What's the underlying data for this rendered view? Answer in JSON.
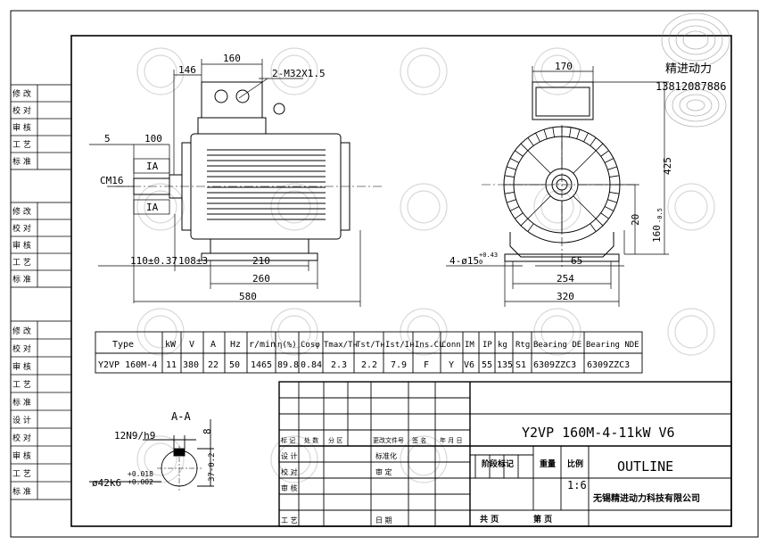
{
  "watermark": {
    "company": "精进动力",
    "phone": "13812087886",
    "seal_text": "无锡精进动力科技有限公司"
  },
  "left_column": {
    "block1": [
      "修 改",
      "校 对",
      "审 核",
      "工 艺",
      "标 准"
    ],
    "block2": [
      "修 改",
      "校 对",
      "审 核",
      "工 艺",
      "标 准"
    ],
    "block3": [
      "修 改",
      "校 对",
      "审 核",
      "工 艺",
      "标 准",
      "设 计",
      "校 对",
      "审 核",
      "工 艺",
      "标 准"
    ]
  },
  "dimensions": {
    "front": {
      "d146": "146",
      "d160": "160",
      "cable": "2-M32X1.5",
      "d5": "5",
      "d100": "100",
      "cm16": "CM16",
      "ia1": "IA",
      "ia2": "IA",
      "d110": "110±0.37",
      "d108": "108±3",
      "d210": "210",
      "d260": "260",
      "d580": "580"
    },
    "side": {
      "d170": "170",
      "d425": "425",
      "d20": "20",
      "d160h": "160",
      "d160tol": "-0.5",
      "holes": "4-ø15",
      "holes_tol": "+0.43",
      "holes_tol0": "0",
      "d65": "65",
      "d254": "254",
      "d320": "320"
    },
    "section": {
      "title": "A-A",
      "key": "12N9/h9",
      "d8": "8",
      "shaft": "ø42k6",
      "shaft_tol1": "+0.018",
      "shaft_tol2": "+0.002",
      "d37": "37-0.2"
    }
  },
  "spec_table": {
    "headers": [
      "Type",
      "kW",
      "V",
      "A",
      "Hz",
      "r/min",
      "η(%)",
      "Cosφ",
      "Tmax/Tн",
      "Tst/Tн",
      "Ist/Iн",
      "Ins.CL",
      "Conn",
      "IM",
      "IP",
      "kg",
      "Rtg",
      "Bearing DE",
      "Bearing NDE"
    ],
    "row": [
      "Y2VP 160M-4",
      "11",
      "380",
      "22",
      "50",
      "1465",
      "89.8",
      "0.84",
      "2.3",
      "2.2",
      "7.9",
      "F",
      "Y",
      "V6",
      "55",
      "135",
      "S1",
      "6309ZZC3",
      "6309ZZC3"
    ]
  },
  "title_block": {
    "model": "Y2VP 160M-4-11kW V6",
    "drawing_name": "OUTLINE",
    "stage_label": "阶段标记",
    "weight_label": "重量",
    "scale_label": "比例",
    "scale": "1:6",
    "company": "无锡精进动力科技有限公司",
    "rev_headers": [
      "标 记",
      "处 数",
      "分 区",
      "更改文件号",
      "签 名",
      "年 月 日"
    ],
    "side_labels": [
      "设 计",
      "校 对",
      "审 核",
      "工 艺"
    ],
    "std_label": "标准化",
    "approve_label": "审 定",
    "date_label": "日 期",
    "sheet_total": "共    页",
    "sheet_no": "第    页"
  }
}
